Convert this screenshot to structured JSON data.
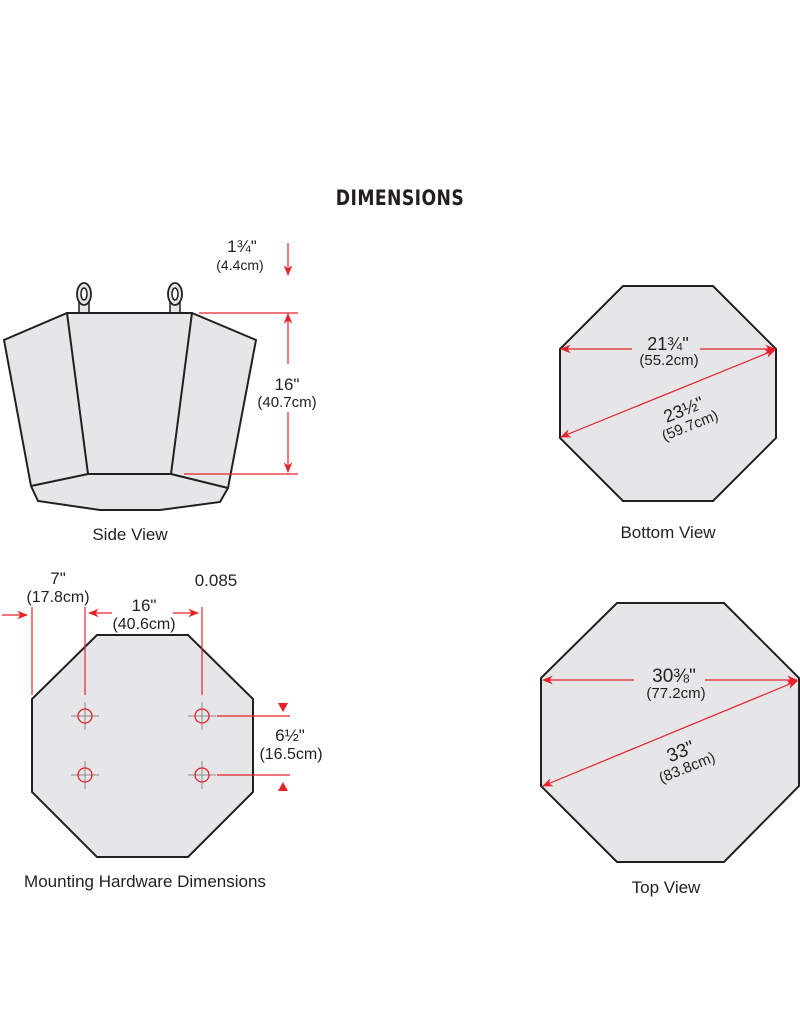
{
  "title": "DIMENSIONS",
  "colors": {
    "outline": "#231f20",
    "fill": "#e6e6e8",
    "dimension_line": "#e8202a",
    "text": "#231f20"
  },
  "side_view": {
    "caption": "Side View",
    "eyebolt_height": {
      "imperial": "1¾\"",
      "metric": "(4.4cm)"
    },
    "body_height": {
      "imperial": "16\"",
      "metric": "(40.7cm)"
    }
  },
  "bottom_view": {
    "caption": "Bottom View",
    "flat_width": {
      "imperial": "21¾\"",
      "metric": "(55.2cm)"
    },
    "diagonal": {
      "imperial": "23½\"",
      "metric": "(59.7cm)"
    }
  },
  "mounting_hardware": {
    "caption": "Mounting Hardware Dimensions",
    "edge_offset": {
      "imperial": "7\"",
      "metric": "(17.8cm)"
    },
    "hole_spacing_horizontal": {
      "imperial": "16\"",
      "metric": "(40.6cm)"
    },
    "hole_diameter": "0.085",
    "hole_spacing_vertical": {
      "imperial": "6½\"",
      "metric": "(16.5cm)"
    }
  },
  "top_view": {
    "caption": "Top View",
    "flat_width": {
      "imperial": "30⅜\"",
      "metric": "(77.2cm)"
    },
    "diagonal": {
      "imperial": "33\"",
      "metric": "(83.8cm)"
    }
  }
}
